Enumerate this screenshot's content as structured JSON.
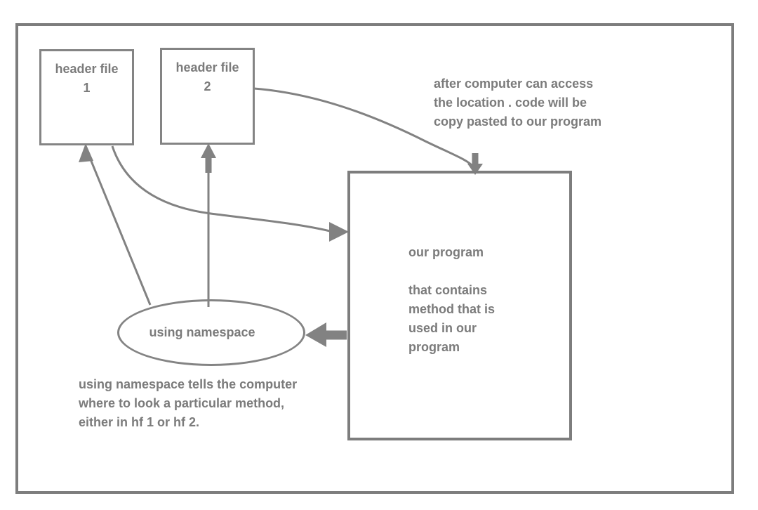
{
  "diagram": {
    "colors": {
      "background": "#ffffff",
      "stroke": "#828282",
      "text": "#7b7b7b",
      "frame_border": "#7d7d7d"
    },
    "nodes": {
      "header_file_1": {
        "shape": "rectangle",
        "label": "header file\n1"
      },
      "header_file_2": {
        "shape": "rectangle",
        "label": "header file\n2"
      },
      "our_program": {
        "shape": "rectangle",
        "label": "our program\n\nthat contains\nmethod that is\nused in our\nprogram"
      },
      "using_namespace": {
        "shape": "ellipse",
        "label": "using namespace"
      }
    },
    "annotations": {
      "copy_paste_note": "after computer can access\nthe location . code will be\ncopy pasted to our program",
      "namespace_note": "using namespace tells the computer\nwhere to look a particular method,\neither in hf 1 or hf 2."
    },
    "connections": [
      {
        "from": "using_namespace",
        "to": "header_file_1",
        "style": "thin line with arrowhead"
      },
      {
        "from": "using_namespace",
        "to": "header_file_2",
        "style": "thin line with solid arrowhead"
      },
      {
        "from": "header_file_1",
        "to": "our_program",
        "style": "curved line with solid arrowhead"
      },
      {
        "from": "header_file_2",
        "to": "our_program",
        "style": "curved line with solid arrowhead"
      },
      {
        "from": "our_program",
        "to": "using_namespace",
        "style": "thick block arrow"
      }
    ]
  }
}
